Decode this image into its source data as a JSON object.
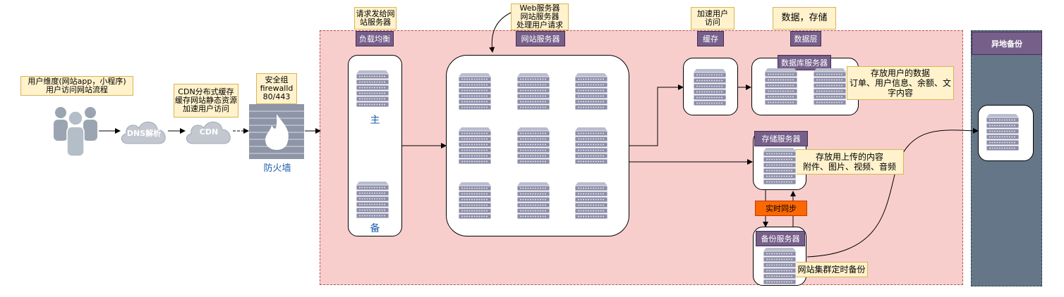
{
  "user_note": "用户维度(网站app，小程序)\n用户访问网站流程",
  "dns_label": "DNS解析",
  "cdn_note": "CDN分布式缓存\n缓存网站静态资源\n加速用户访问",
  "cdn_label": "CDN",
  "firewall_note": "安全组\nfirewalld\n80/443",
  "firewall_label": "防火墙",
  "lb_note": "请求发给网\n站服务器",
  "lb_tag": "负载均衡",
  "lb_primary": "主",
  "lb_backup": "备",
  "web_note": "Web服务器\n网站服务器\n处理用户请求",
  "web_tag": "网站服务器",
  "cache_note": "加速用户\n访问",
  "cache_tag": "缓存",
  "data_note": "数据，存储",
  "data_tag": "数据层",
  "db_tag": "数据库服务器",
  "db_note": "存放用户的数据\n订单、用户信息、余额、文\n字内容",
  "storage_tag": "存储服务器",
  "storage_note": "存放用上传的内容\n附件、图片、视频、音频",
  "sync_label": "实时同步",
  "backup_tag": "备份服务器",
  "backup_note": "网站集群定时备份",
  "offsite_tag": "异地备份",
  "colors": {
    "zone_fill": "#f8cecc",
    "offsite_fill": "#647687",
    "tag_fill": "#76608a",
    "note_fill": "#fff2cc",
    "sync_fill": "#fa6800",
    "server_icon": "#8e8eaa"
  },
  "icons": [
    "users-icon",
    "cloud-icon",
    "firewall-icon",
    "server-icon"
  ]
}
